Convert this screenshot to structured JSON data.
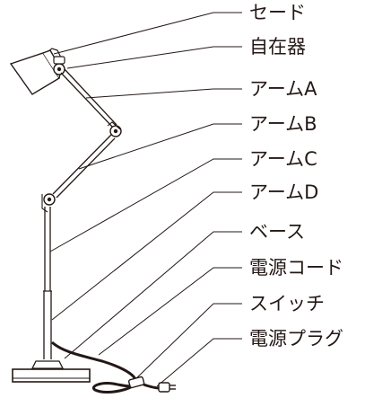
{
  "labels": {
    "shade": "セード",
    "joint": "自在器",
    "arm_a": "アームA",
    "arm_b": "アームB",
    "arm_c": "アームC",
    "arm_d": "アームD",
    "base": "ベース",
    "power_cord": "電源コード",
    "switch": "スイッチ",
    "power_plug": "電源プラグ"
  }
}
